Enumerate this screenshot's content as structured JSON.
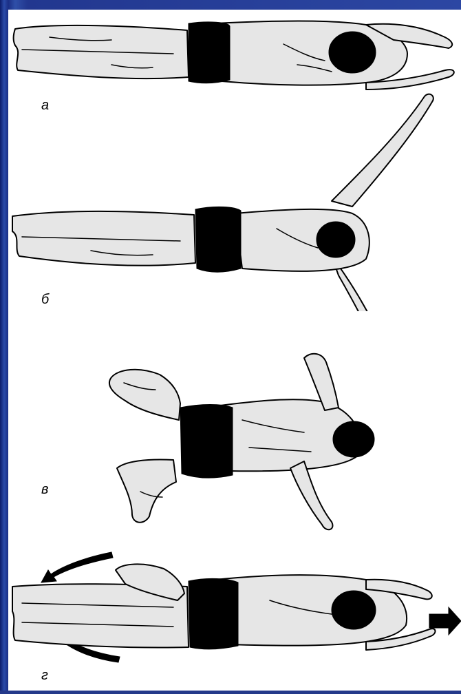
{
  "figure": {
    "panels": [
      {
        "id": "a",
        "label": "а",
        "pose": "glide-arms-extended"
      },
      {
        "id": "b",
        "label": "б",
        "pose": "one-arm-forward-one-arm-back"
      },
      {
        "id": "v",
        "label": "в",
        "pose": "legs-bent-arms-under-body"
      },
      {
        "id": "g",
        "label": "г",
        "pose": "leg-kick-with-motion-arrows"
      }
    ]
  },
  "colors": {
    "slide_background": "#24398a",
    "paper": "#ffffff",
    "skin_fill": "#e6e6e6",
    "outline": "#000000",
    "swimsuit": "#000000"
  }
}
